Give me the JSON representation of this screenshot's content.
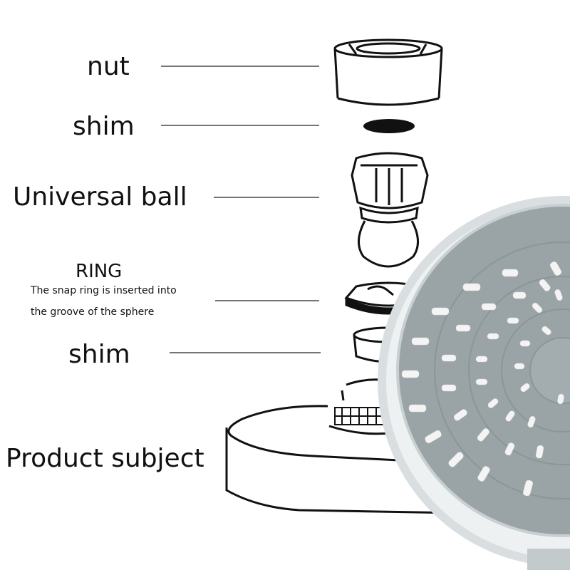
{
  "labels": {
    "nut": "nut",
    "shim_top": "shim",
    "universal_ball": "Universal ball",
    "ring": "RING",
    "ring_note_line1": "The snap ring is inserted into",
    "ring_note_line2": "the groove of the sphere",
    "shim_bottom": "shim",
    "product_subject": "Product subject"
  },
  "colors": {
    "outline": "#111111",
    "faceplate": "#9aa3a6",
    "rim": "#e4e8ea",
    "nozzle": "#f2f2f2",
    "leader": "#222222"
  }
}
